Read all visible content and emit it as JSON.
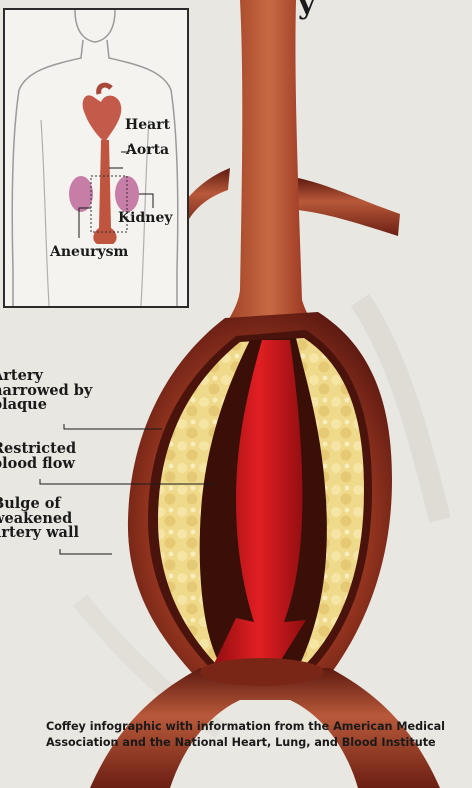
{
  "title_fragment": "y",
  "inset": {
    "labels": {
      "heart": "Heart",
      "aorta": "Aorta",
      "kidney": "Kidney",
      "aneurysm": "Aneurysm"
    }
  },
  "main_labels": {
    "plaque": "Artery\nnarrowed by\nplaque",
    "restricted": "Restricted\nblood flow",
    "bulge": "Bulge of\nweakened\nartery wall"
  },
  "credit": "Coffey infographic with information from the American Medical Association and the National Heart, Lung, and Blood Institute",
  "colors": {
    "background": "#e9e7e2",
    "artery": "#9c3a24",
    "artery_dark": "#6b1f13",
    "plaque": "#efd98a",
    "blood_flow": "#d4161c",
    "inset_border": "#2b2b2b",
    "text": "#1a1a1a"
  }
}
